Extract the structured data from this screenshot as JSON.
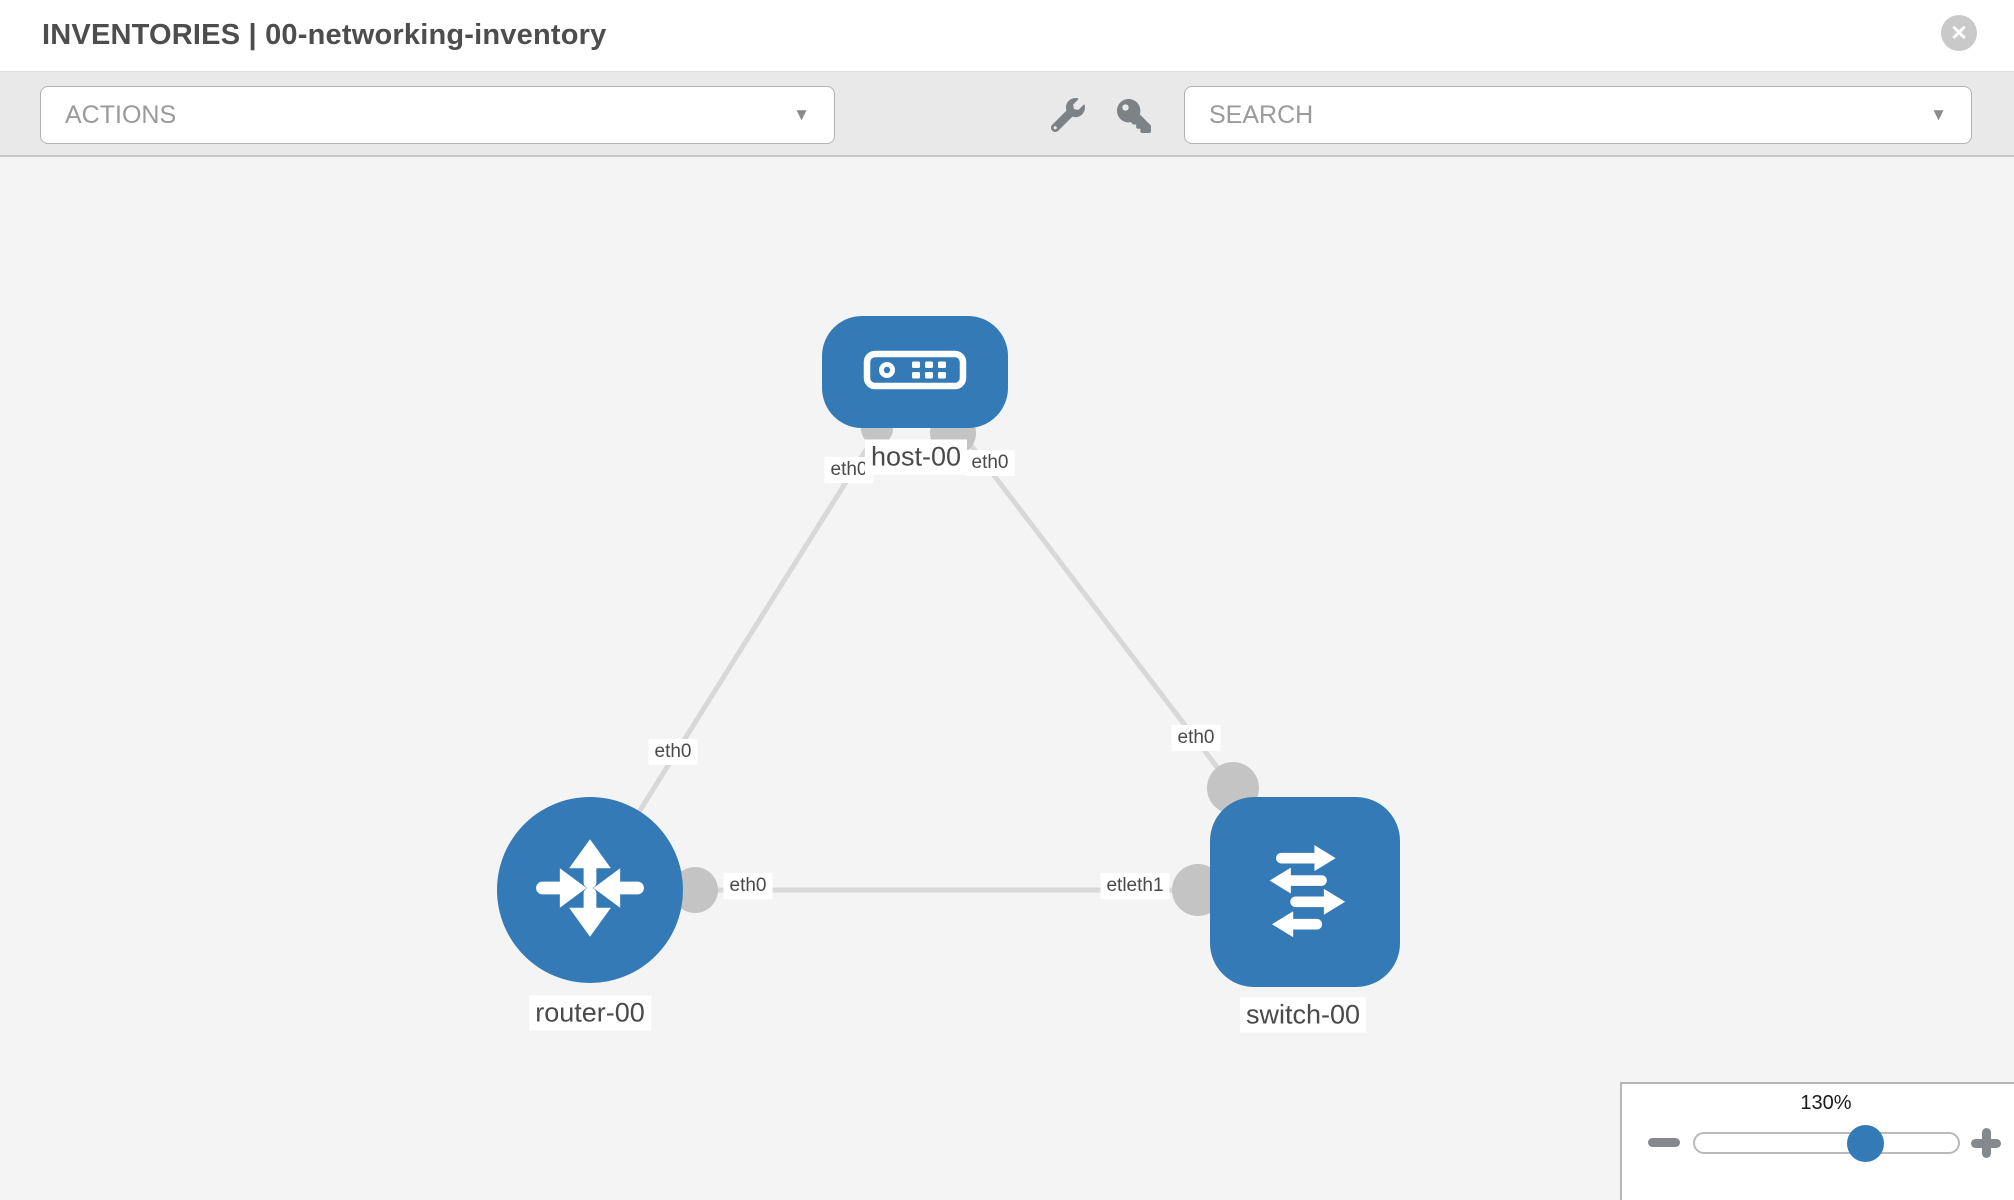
{
  "header": {
    "title": "INVENTORIES | 00-networking-inventory",
    "section": "INVENTORIES",
    "inventory_name": "00-networking-inventory",
    "close_icon": "✕"
  },
  "toolbar": {
    "actions_label": "ACTIONS",
    "search_label": "SEARCH",
    "caret": "▼",
    "tools": [
      {
        "icon": "wrench-icon"
      },
      {
        "icon": "key-icon"
      }
    ]
  },
  "diagram": {
    "type": "network-topology",
    "nodes": [
      {
        "name": "host-00",
        "type": "host",
        "icon": "server-icon"
      },
      {
        "name": "router-00",
        "type": "router",
        "icon": "router-arrows-icon"
      },
      {
        "name": "switch-00",
        "type": "switch",
        "icon": "switch-arrows-icon"
      }
    ],
    "links": [
      {
        "from": "router-00",
        "to": "host-00",
        "from_interface": "eth0",
        "to_interface": "eth0"
      },
      {
        "from": "switch-00",
        "to": "host-00",
        "from_interface": "eth0",
        "to_interface": "eth0"
      },
      {
        "from": "router-00",
        "to": "switch-00",
        "from_interface": "eth0",
        "to_interface": "eth1"
      }
    ],
    "interface_labels": [
      {
        "text": "eth0"
      },
      {
        "text": "eth0"
      },
      {
        "text": "eth0"
      },
      {
        "text": "eth0"
      },
      {
        "text": "eth0"
      },
      {
        "text": "etleth1"
      }
    ]
  },
  "zoom_control": {
    "value_label": "130%",
    "percent": 130
  },
  "colors": {
    "node_blue": "#337ab7",
    "link_gray": "#d8d8d8",
    "connector_gray": "#c4c4c4",
    "toolbar_bg": "#e9e9e9",
    "canvas_bg": "#f4f4f4"
  }
}
